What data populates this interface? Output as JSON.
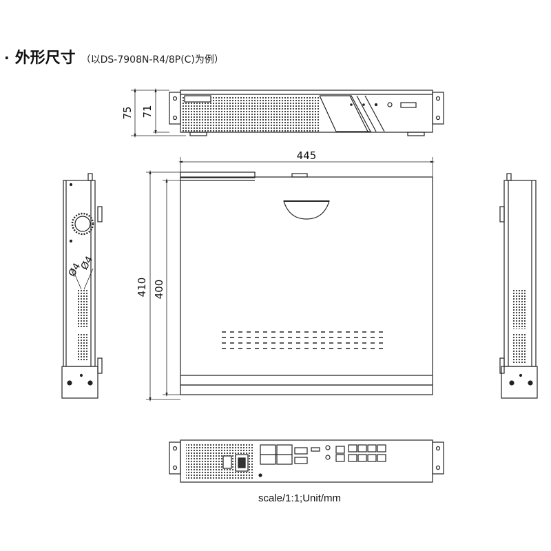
{
  "heading": {
    "bullet": "·",
    "title": "外形尺寸",
    "subtitle": "（以DS-7908N-R4/8P(C)为例）"
  },
  "dimensions": {
    "front_height_outer": "75",
    "front_height_inner": "71",
    "top_width": "445",
    "top_depth_outer": "410",
    "top_depth_inner": "400",
    "side_hole_1": "Ø4",
    "side_hole_2": "Ø4"
  },
  "caption": "scale/1:1;Unit/mm",
  "colors": {
    "line": "#222222",
    "fill": "#ffffff",
    "dark": "#333333"
  }
}
